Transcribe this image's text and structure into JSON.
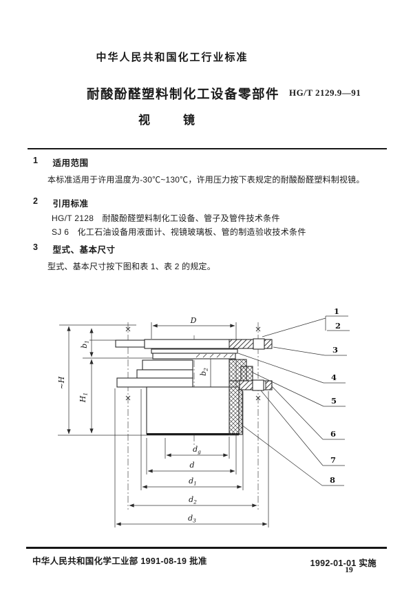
{
  "header": {
    "org_line": "中华人民共和国化工行业标准",
    "title": "耐酸酚醛塑料制化工设备零部件",
    "standard_no": "HG/T 2129.9—91",
    "subtitle": {
      "first": "视",
      "second": "镜"
    }
  },
  "sections": {
    "s1": {
      "no": "1",
      "heading": "适用范围",
      "body": "本标准适用于许用温度为-30℃~130℃，许用压力按下表规定的耐酸酚醛塑料制视镜。"
    },
    "s2": {
      "no": "2",
      "heading": "引用标准",
      "ref1": "HG/T 2128　耐酸酚醛塑料制化工设备、管子及管件技术条件",
      "ref2": "SJ 6　化工石油设备用液面计、视镜玻璃板、管的制造验收技术条件"
    },
    "s3": {
      "no": "3",
      "heading": "型式、基本尺寸",
      "body": "型式、基本尺寸按下图和表 1、表 2 的规定。"
    }
  },
  "drawing": {
    "dims": {
      "D": "D",
      "H": "~H",
      "d": "d",
      "b1": {
        "main": "b",
        "sub": "1"
      },
      "b2": {
        "main": "b",
        "sub": "2"
      },
      "H1": {
        "main": "H",
        "sub": "1"
      },
      "dg": {
        "main": "d",
        "sub": "g"
      },
      "d1": {
        "main": "d",
        "sub": "1"
      },
      "d2": {
        "main": "d",
        "sub": "2"
      },
      "d3": {
        "main": "d",
        "sub": "3"
      }
    },
    "callouts": [
      "1",
      "2",
      "3",
      "4",
      "5",
      "6",
      "7",
      "8"
    ]
  },
  "footer": {
    "approved": "中华人民共和国化学工业部 1991-08-19 批准",
    "implemented": "1992-01-01 实施",
    "page_number": "19"
  },
  "colors": {
    "ink": "#1a1a1a",
    "paper": "#ffffff"
  }
}
